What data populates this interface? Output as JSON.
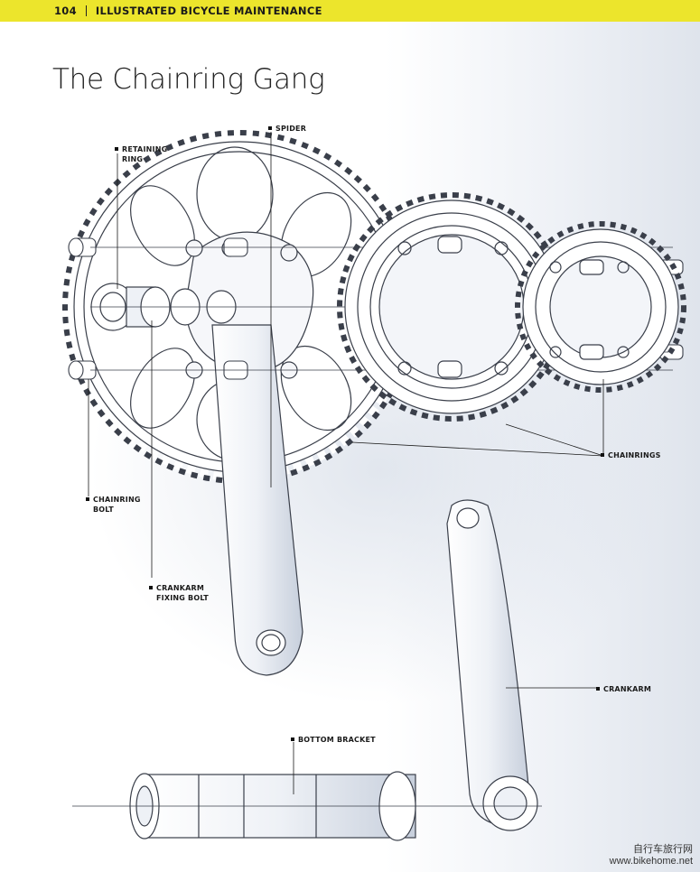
{
  "header": {
    "page_number": "104",
    "book_title": "ILLUSTRATED BICYCLE MAINTENANCE"
  },
  "title": "The Chainring Gang",
  "labels": {
    "spider": "SPIDER",
    "retaining_ring_1": "RETAINING",
    "retaining_ring_2": "RING",
    "chainring_bolt_1": "CHAINRING",
    "chainring_bolt_2": "BOLT",
    "crankarm_fixing_1": "CRANKARM",
    "crankarm_fixing_2": "FIXING BOLT",
    "chainrings": "CHAINRINGS",
    "crankarm": "CRANKARM",
    "bottom_bracket": "BOTTOM BRACKET"
  },
  "watermark": {
    "site_cn": "自行车旅行网",
    "site_url": "www.bikehome.net"
  },
  "colors": {
    "header_bar": "#ece52c",
    "line_art": "#3a3f4a",
    "shade": "#c9d2e0"
  }
}
